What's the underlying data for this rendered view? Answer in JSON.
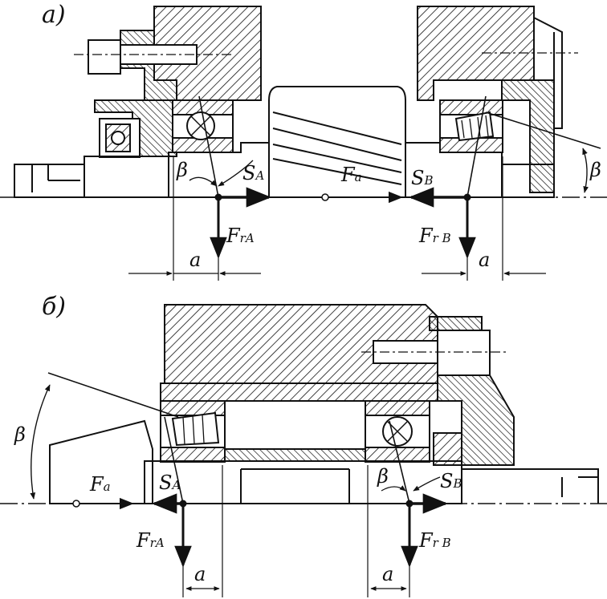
{
  "panels": {
    "a": {
      "label": "a)",
      "angle": "β",
      "force_sa": "S",
      "force_sa_sub": "A",
      "force_fa": "F",
      "force_fa_sub": "a",
      "force_sb": "S",
      "force_sb_sub": "B",
      "force_fra": "F",
      "force_fra_sub": "rA",
      "force_frb": "F",
      "force_frb_sub": "r B",
      "dim": "a"
    },
    "b": {
      "label": "б)",
      "angle": "β",
      "force_fa": "F",
      "force_fa_sub": "a",
      "force_sa": "S",
      "force_sa_sub": "A",
      "force_sb": "S",
      "force_sb_sub": "B",
      "force_fra": "F",
      "force_fra_sub": "rA",
      "force_frb": "F",
      "force_frb_sub": "r B",
      "dim": "a"
    }
  },
  "colors": {
    "ink": "#111111",
    "paper": "#ffffff"
  }
}
